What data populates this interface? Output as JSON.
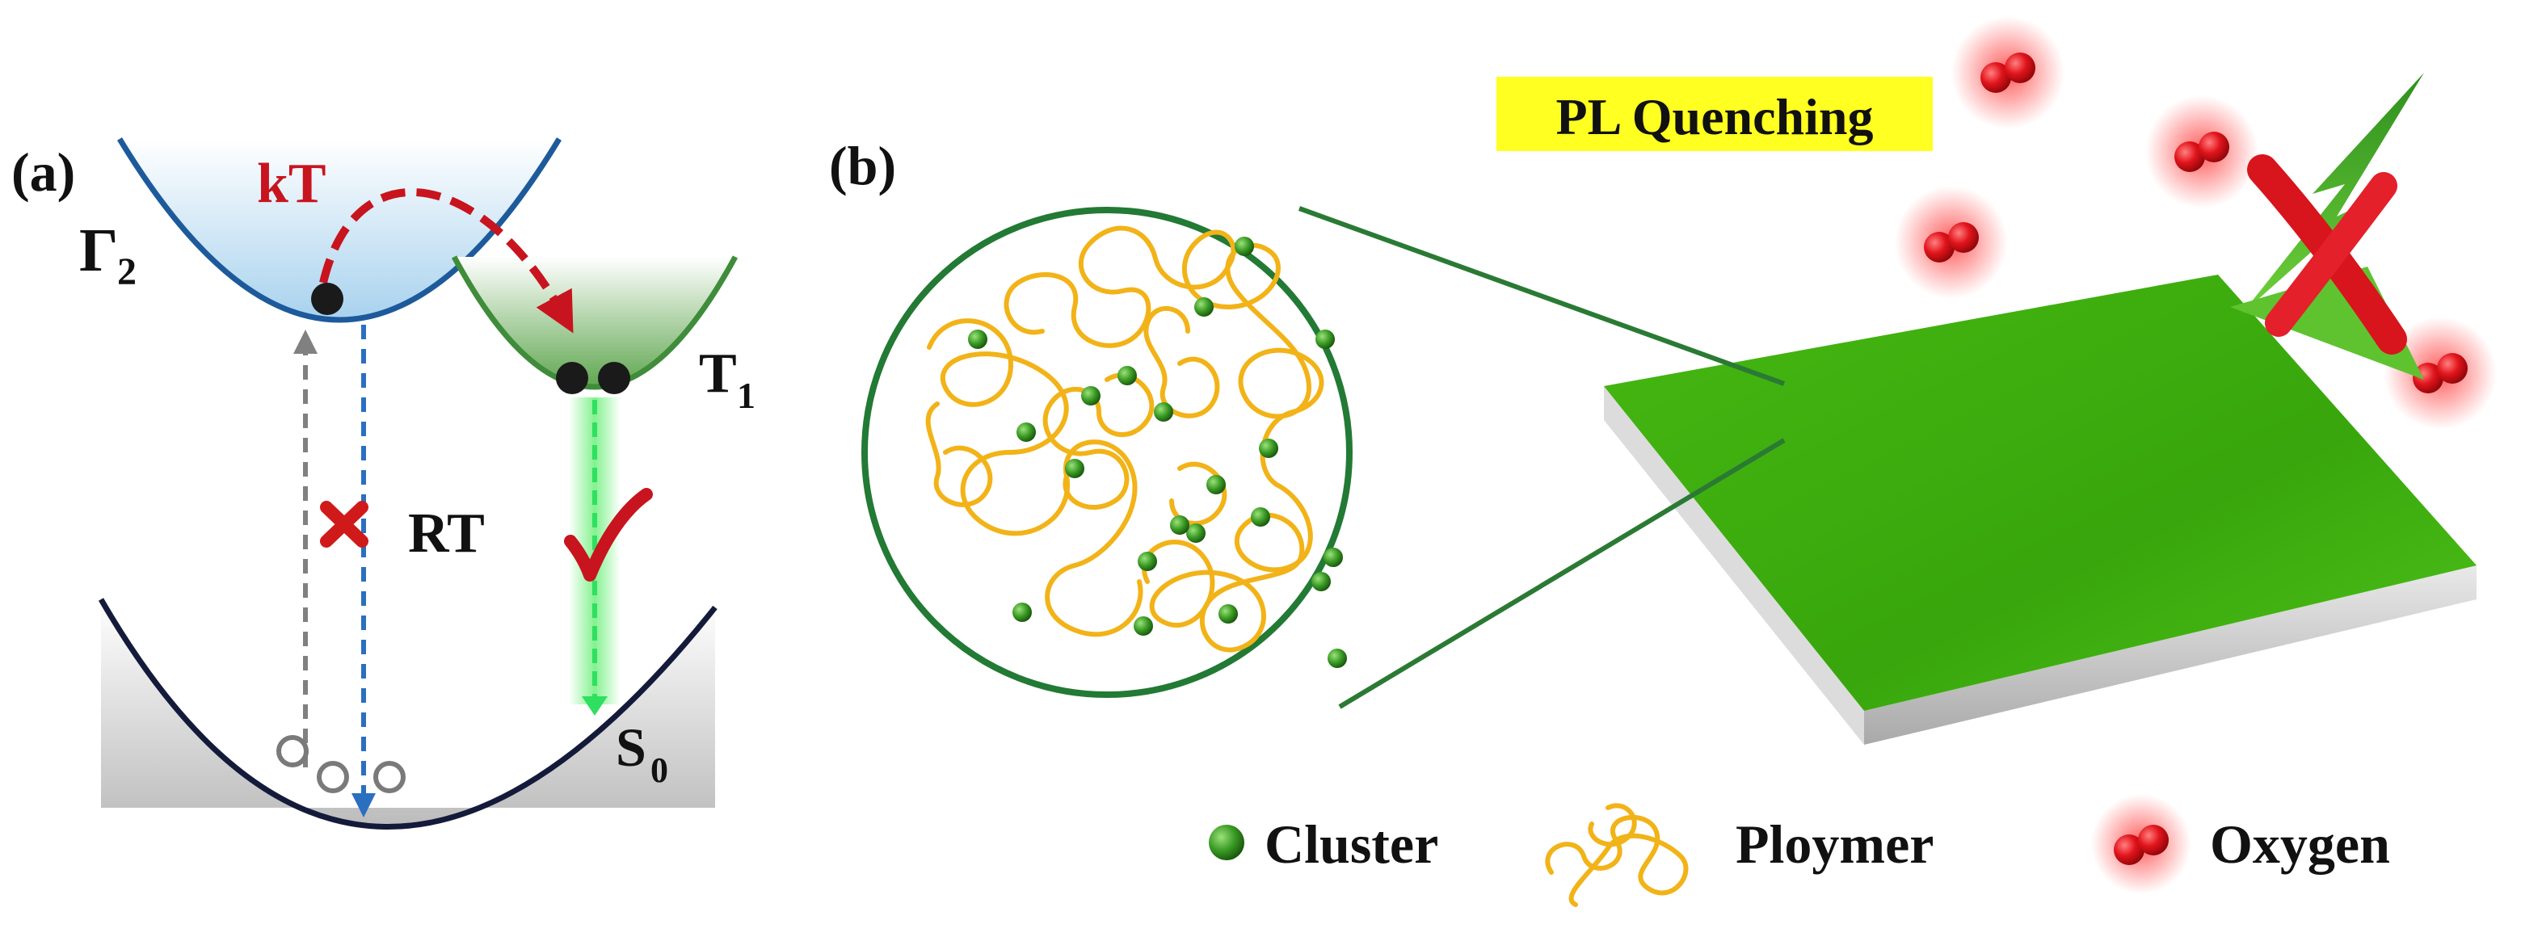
{
  "panel_a": {
    "label": "(a)",
    "state_upper_left": {
      "symbol": "Γ",
      "subscript": "2"
    },
    "state_triplet": {
      "symbol": "T",
      "subscript": "1"
    },
    "state_ground": {
      "symbol": "S",
      "subscript": "0"
    },
    "thermal_label": "kT",
    "room_temp_label": "RT",
    "colors": {
      "kt_arrow": "#c8141e",
      "cross": "#d01a1a",
      "check": "#c8141e",
      "triplet_well": "#3f8c3a",
      "upper_well": "#1d5a9c",
      "emission": "#2fe060"
    }
  },
  "panel_b": {
    "label": "(b)",
    "banner": "PL Quenching",
    "colors": {
      "banner_bg": "#ffff22",
      "film": "#3fae0f",
      "cluster": "#3a9a24",
      "polymer": "#f2b318",
      "oxygen": "#e0141c"
    },
    "legend": {
      "cluster": "Cluster",
      "polymer": "Ploymer",
      "oxygen": "Oxygen"
    }
  }
}
